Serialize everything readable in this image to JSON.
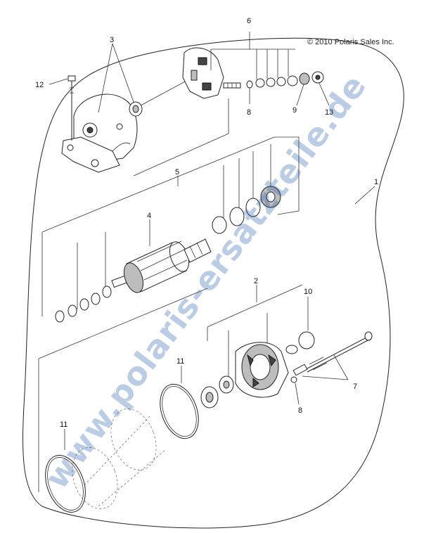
{
  "copyright": "© 2010 Polaris Sales Inc.",
  "watermark": "www.polaris-ersatzteile.de",
  "callouts": {
    "c1": "1",
    "c2": "2",
    "c3": "3",
    "c4": "4",
    "c5": "5",
    "c6": "6",
    "c7": "7",
    "c8a": "8",
    "c8b": "8",
    "c9": "9",
    "c10": "10",
    "c11a": "11",
    "c11b": "11",
    "c12": "12",
    "c13": "13"
  }
}
